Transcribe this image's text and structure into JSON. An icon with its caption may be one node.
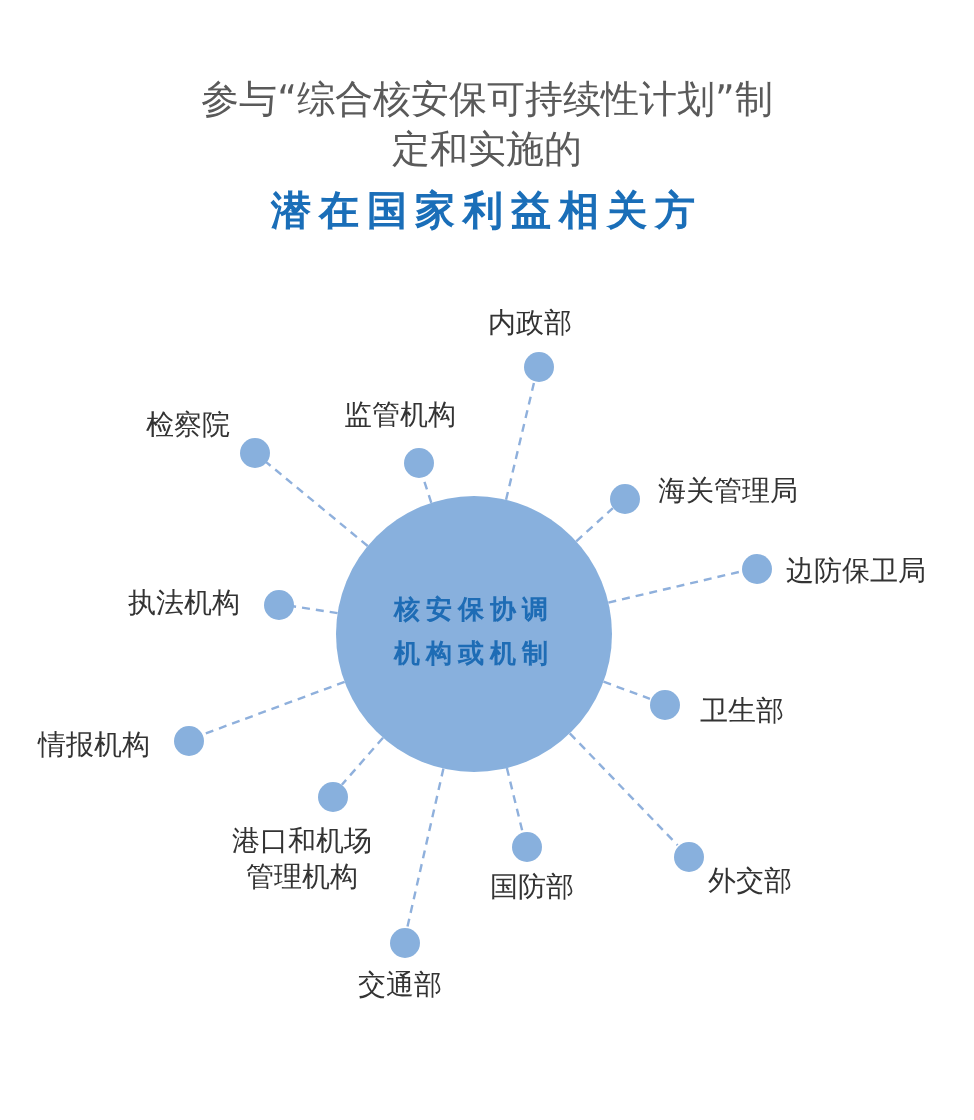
{
  "diagram": {
    "title": "参与“综合核安保可持续性计划”制定和实施的",
    "nodes": [
      {
        "text": [
          "核安保协调机构或机制"
        ]
      },
      {
        "text": [],
        "shape": "circle",
        "beside": [
          "内政部"
        ]
      },
      {
        "text": [],
        "shape": "circle",
        "beside": [
          "检察院"
        ]
      },
      {
        "text": [],
        "shape": "circle",
        "beside": [
          "监管机构"
        ]
      },
      {
        "text": [],
        "shape": "circle",
        "beside": [
          "海关管理局"
        ]
      },
      {
        "text": [],
        "shape": "circle",
        "beside": [
          "边防保卫局"
        ]
      },
      {
        "text": [],
        "shape": "circle",
        "beside": [
          "执法机构"
        ]
      },
      {
        "text": [],
        "shape": "circle",
        "beside": [
          "卫生部"
        ]
      },
      {
        "text": [],
        "shape": "circle",
        "beside": [
          "情报机构"
        ]
      },
      {
        "text": [],
        "shape": "circle",
        "beside": [
          "港口和机场管理机构"
        ]
      },
      {
        "text": [],
        "shape": "circle",
        "beside": [
          "国防部"
        ]
      },
      {
        "text": [],
        "shape": "circle",
        "beside": [
          "外交部"
        ]
      },
      {
        "text": [],
        "shape": "circle",
        "beside": [
          "交通部"
        ]
      }
    ],
    "edges": [
      {
        "from": 0,
        "to": 1,
        "arrow": "none",
        "style": "dashed"
      },
      {
        "from": 0,
        "to": 2,
        "arrow": "none",
        "style": "dashed"
      },
      {
        "from": 0,
        "to": 3,
        "arrow": "none",
        "style": "dashed"
      },
      {
        "from": 0,
        "to": 4,
        "arrow": "none",
        "style": "dashed"
      },
      {
        "from": 0,
        "to": 5,
        "arrow": "none",
        "style": "dashed"
      },
      {
        "from": 0,
        "to": 6,
        "arrow": "none",
        "style": "dashed"
      },
      {
        "from": 0,
        "to": 7,
        "arrow": "none",
        "style": "dashed"
      },
      {
        "from": 0,
        "to": 8,
        "arrow": "none",
        "style": "dashed"
      },
      {
        "from": 0,
        "to": 9,
        "arrow": "none",
        "style": "dashed"
      },
      {
        "from": 0,
        "to": 10,
        "arrow": "none",
        "style": "dashed"
      },
      {
        "from": 0,
        "to": 11,
        "arrow": "none",
        "style": "dashed"
      },
      {
        "from": 0,
        "to": 12,
        "arrow": "none",
        "style": "dashed"
      }
    ],
    "labels": [
      "潜在国家利益相关方"
    ]
  }
}
